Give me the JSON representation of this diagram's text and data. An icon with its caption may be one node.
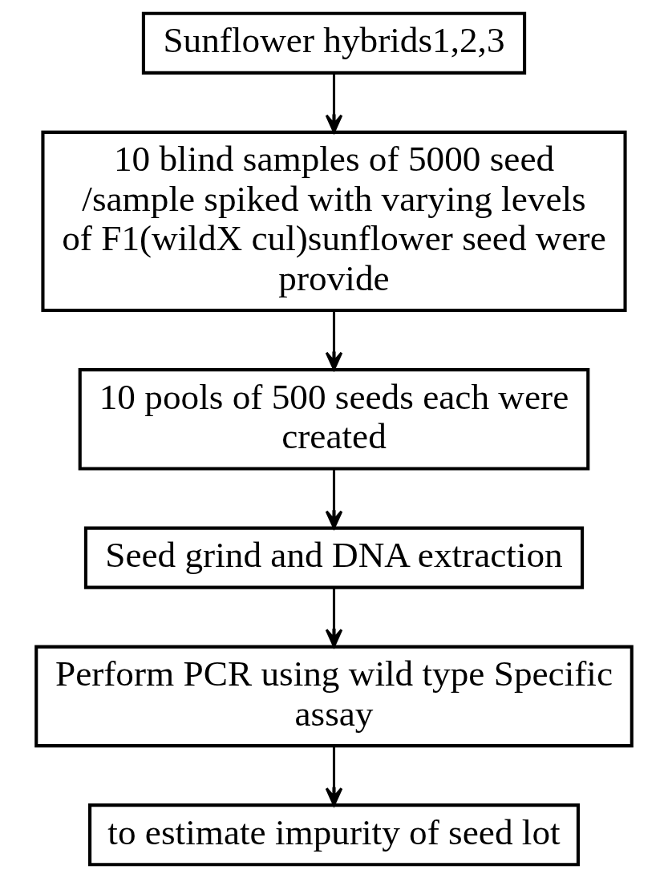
{
  "diagram": {
    "nodes": [
      {
        "text": [
          "Sunflower hybrids1,2,3"
        ]
      },
      {
        "text": [
          "10 blind samples of 5000 seed /sample spiked with varying levels of F1(wildX cul)sunflower seed were provide"
        ]
      },
      {
        "text": [
          "10 pools of 500 seeds each were created"
        ]
      },
      {
        "text": [
          "Seed grind and DNA extraction"
        ]
      },
      {
        "text": [
          "Perform PCR using wild type Specific assay"
        ]
      },
      {
        "text": [
          "to estimate impurity of seed lot"
        ]
      }
    ],
    "edges": [
      {
        "from": 0,
        "to": 1,
        "arrow": "to"
      },
      {
        "from": 1,
        "to": 2,
        "arrow": "to"
      },
      {
        "from": 2,
        "to": 3,
        "arrow": "to"
      },
      {
        "from": 3,
        "to": 4,
        "arrow": "to"
      },
      {
        "from": 4,
        "to": 5,
        "arrow": "to"
      }
    ]
  }
}
